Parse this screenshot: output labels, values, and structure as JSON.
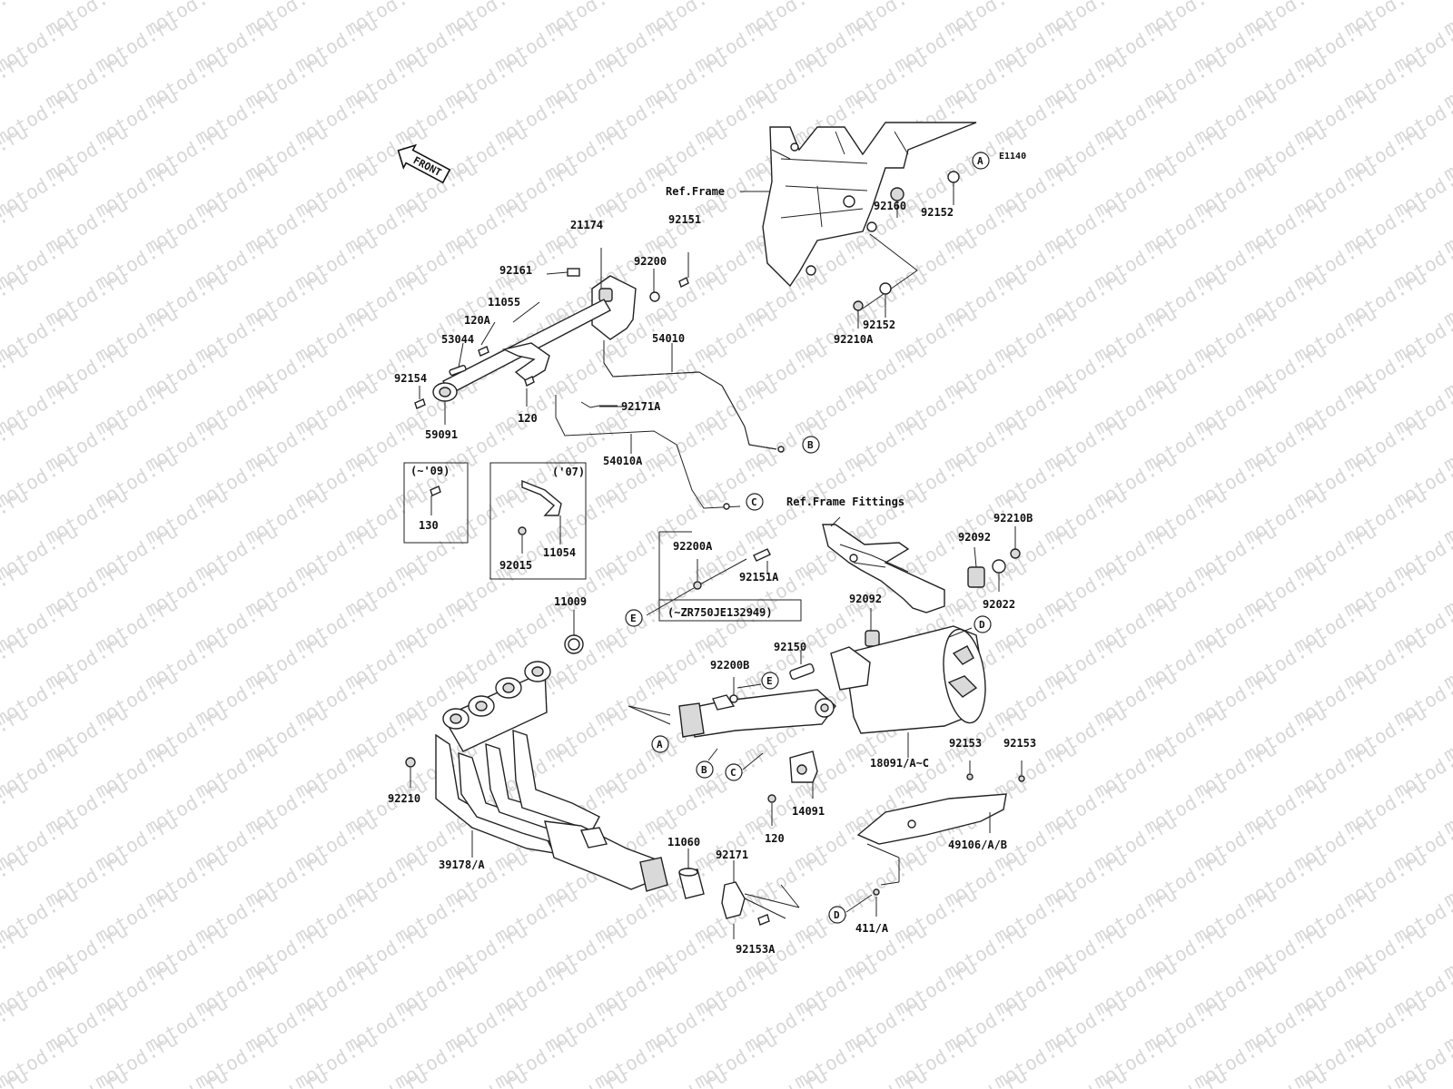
{
  "diagram_code": "E1140",
  "watermark": "motod.ru",
  "front_arrow": "FRONT",
  "ref_frame": "Ref.Frame",
  "ref_frame_fittings": "Ref.Frame Fittings",
  "box_09": "(~'09)",
  "box_07": "('07)",
  "vin_note": "(~ZR750JE132949)",
  "parts": {
    "p21174": "21174",
    "p92151": "92151",
    "p92161": "92161",
    "p92200": "92200",
    "p11055": "11055",
    "p120A": "120A",
    "p53044": "53044",
    "p92154": "92154",
    "p59091": "59091",
    "p120_top": "120",
    "p54010": "54010",
    "p92171A": "92171A",
    "p54010A": "54010A",
    "p130": "130",
    "p92015": "92015",
    "p11054": "11054",
    "p92152_a": "92152",
    "p92160": "92160",
    "p92152_b": "92152",
    "p92210A": "92210A",
    "p92200A": "92200A",
    "p92151A": "92151A",
    "p11009": "11009",
    "p92210B": "92210B",
    "p92092_a": "92092",
    "p92092_b": "92092",
    "p92022": "92022",
    "p92150": "92150",
    "p92200B": "92200B",
    "p18091": "18091/A~C",
    "p92153_a": "92153",
    "p92153_b": "92153",
    "p14091": "14091",
    "p120_low": "120",
    "p92210": "92210",
    "p39178": "39178/A",
    "p11060": "11060",
    "p92171": "92171",
    "p92153A": "92153A",
    "p49106": "49106/A/B",
    "p411": "411/A"
  },
  "callouts": {
    "A": "A",
    "B": "B",
    "C": "C",
    "D": "D",
    "E": "E"
  }
}
